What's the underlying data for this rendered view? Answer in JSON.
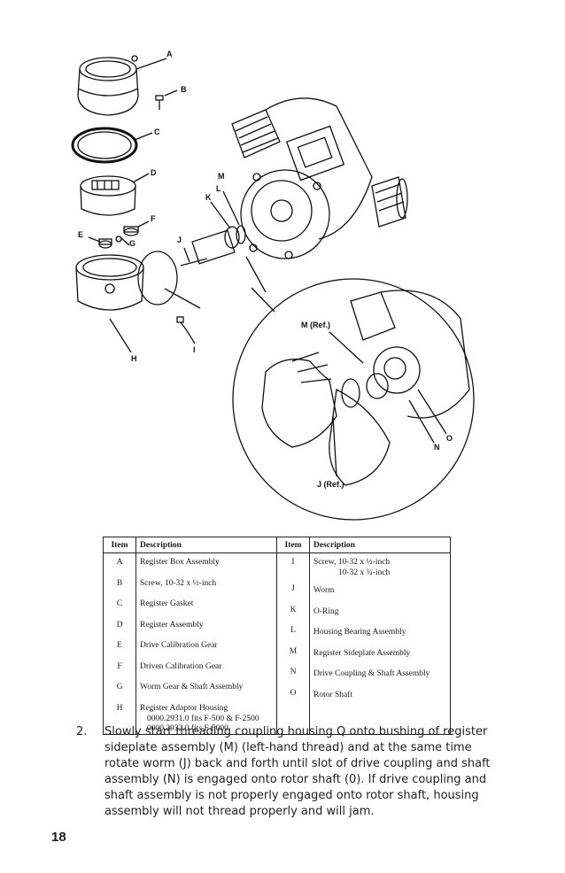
{
  "callouts": {
    "A": "A",
    "B": "B",
    "C": "C",
    "D": "D",
    "E": "E",
    "F": "F",
    "G": "G",
    "H": "H",
    "I": "I",
    "J": "J",
    "K": "K",
    "L": "L",
    "M": "M",
    "M_ref": "M (Ref.)",
    "N": "N",
    "O": "O",
    "J_ref": "J (Ref.)"
  },
  "table": {
    "headers": {
      "item": "Item",
      "description": "Description"
    },
    "left_rows": [
      {
        "item": "A",
        "desc": "Register Box Assembly"
      },
      {
        "item": "B",
        "desc": "Screw, 10-32 x ½-inch"
      },
      {
        "item": "C",
        "desc": "Register Gasket"
      },
      {
        "item": "D",
        "desc": "Register Assembly"
      },
      {
        "item": "E",
        "desc": "Drive Calibration Gear"
      },
      {
        "item": "F",
        "desc": "Driven Calibration Gear"
      },
      {
        "item": "G",
        "desc": "Worm Gear & Shaft Assembly"
      },
      {
        "item": "H",
        "desc": "Register Adaptor Housing",
        "sub1": "0000.2931.0 fits F-500 & F-2500",
        "sub2": "0000.2932.0 fits F-5000"
      }
    ],
    "right_rows": [
      {
        "item": "I",
        "desc": "Screw, 10-32 x ½-inch",
        "sub": "10-32 x ¾-inch"
      },
      {
        "item": "J",
        "desc": "Worm"
      },
      {
        "item": "K",
        "desc": "O-Ring"
      },
      {
        "item": "L",
        "desc": "Housing Bearing Assembly"
      },
      {
        "item": "M",
        "desc": "Register Sideplate Assembly"
      },
      {
        "item": "N",
        "desc": "Drive Coupling & Shaft Assembly"
      },
      {
        "item": "O",
        "desc": "Rotor Shaft"
      }
    ]
  },
  "step": {
    "number": "2.",
    "text": "Slowly start threading coupling housing Q onto bushing of register sideplate assembly (M) (left-hand thread) and at the same time rotate worm (J) back and forth until slot of drive coupling and shaft assembly (N) is engaged onto rotor shaft (0). If drive coupling and shaft assembly is not properly engaged onto rotor shaft, housing assembly will not thread properly and will jam."
  },
  "page_number": "18"
}
